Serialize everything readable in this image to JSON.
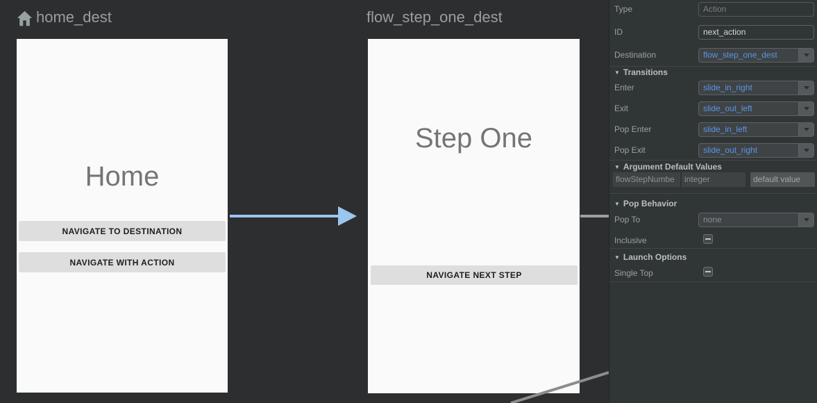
{
  "canvas": {
    "home": {
      "title": "home_dest",
      "screen_title": "Home",
      "buttons": [
        "NAVIGATE TO DESTINATION",
        "NAVIGATE WITH ACTION"
      ]
    },
    "step_one": {
      "title": "flow_step_one_dest",
      "screen_title": "Step One",
      "buttons": [
        "NAVIGATE NEXT STEP"
      ]
    }
  },
  "panel": {
    "fields": {
      "type": {
        "label": "Type",
        "placeholder": "Action"
      },
      "id": {
        "label": "ID",
        "value": "next_action"
      },
      "destination": {
        "label": "Destination",
        "value": "flow_step_one_dest"
      }
    },
    "transitions": {
      "title": "Transitions",
      "rows": [
        {
          "label": "Enter",
          "value": "slide_in_right"
        },
        {
          "label": "Exit",
          "value": "slide_out_left"
        },
        {
          "label": "Pop Enter",
          "value": "slide_in_left"
        },
        {
          "label": "Pop Exit",
          "value": "slide_out_right"
        }
      ]
    },
    "argument_defaults": {
      "title": "Argument Default Values",
      "name": "flowStepNumbe",
      "type": "integer",
      "default_placeholder": "default value"
    },
    "pop_behavior": {
      "title": "Pop Behavior",
      "pop_to_label": "Pop To",
      "pop_to_value": "none",
      "inclusive_label": "Inclusive"
    },
    "launch_options": {
      "title": "Launch Options",
      "single_top_label": "Single Top"
    }
  },
  "icons": {
    "collapse": "▼"
  },
  "colors": {
    "accent_blue": "#5a96e3",
    "arrow_blue": "#9cc5f0",
    "edge_gray": "#8d8d8d",
    "panel_bg": "#303536",
    "canvas_bg": "#2c2e30"
  }
}
